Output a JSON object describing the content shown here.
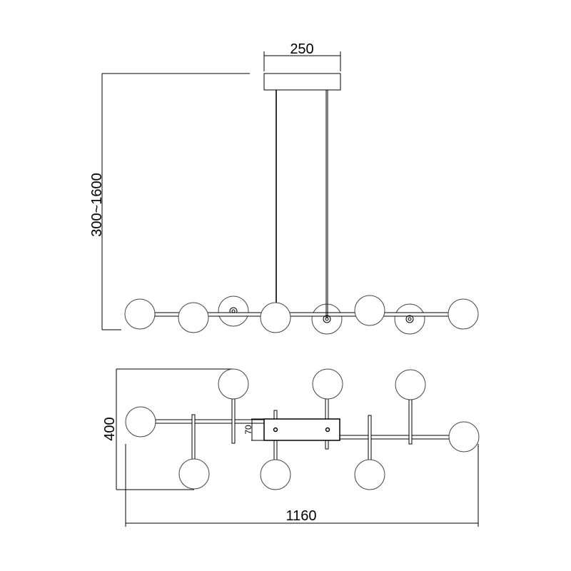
{
  "dimensions": {
    "canopy_width": "250",
    "drop_height": "300~1600",
    "depth": "400",
    "box_height": "70",
    "overall_length": "1160"
  },
  "views": [
    "side-elevation",
    "top-plan"
  ]
}
